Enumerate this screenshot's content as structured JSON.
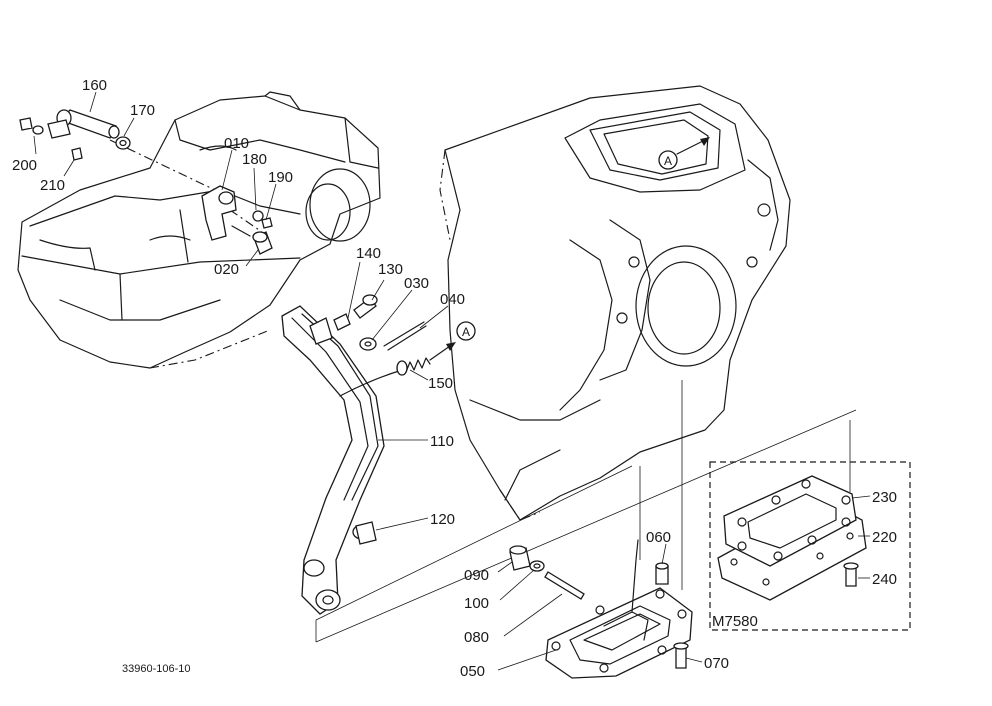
{
  "part_labels": {
    "p160": "160",
    "p170": "170",
    "p200": "200",
    "p210": "210",
    "p010": "010",
    "p180": "180",
    "p190": "190",
    "p020": "020",
    "p140": "140",
    "p130": "130",
    "p030": "030",
    "p040": "040",
    "p150": "150",
    "p110": "110",
    "p120": "120",
    "p060": "060",
    "p090": "090",
    "p100": "100",
    "p080": "080",
    "p050": "050",
    "p070": "070",
    "p230": "230",
    "p220": "220",
    "p240": "240"
  },
  "reference_marks": {
    "marker_a_upper": "A",
    "marker_a_lower": "A"
  },
  "inset_label": "M7580",
  "drawing_number": "33960-106-10",
  "colors": {
    "ink": "#1a1a1a",
    "paper": "#ffffff"
  }
}
